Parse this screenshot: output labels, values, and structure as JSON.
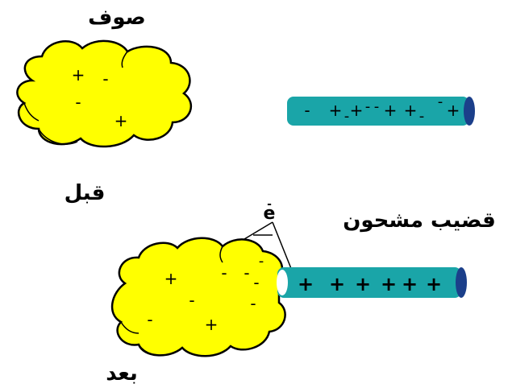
{
  "labels": {
    "wool": "صوف",
    "before": "قبل",
    "charged_rod": "قضيب مشحون",
    "after": "بعد",
    "electron": "e"
  },
  "signs": {
    "plus": "+",
    "minus": "-"
  },
  "colors": {
    "wool": "#ffff00",
    "rod": "#1aa5a8",
    "rod_cap": "#1b3f8a"
  }
}
